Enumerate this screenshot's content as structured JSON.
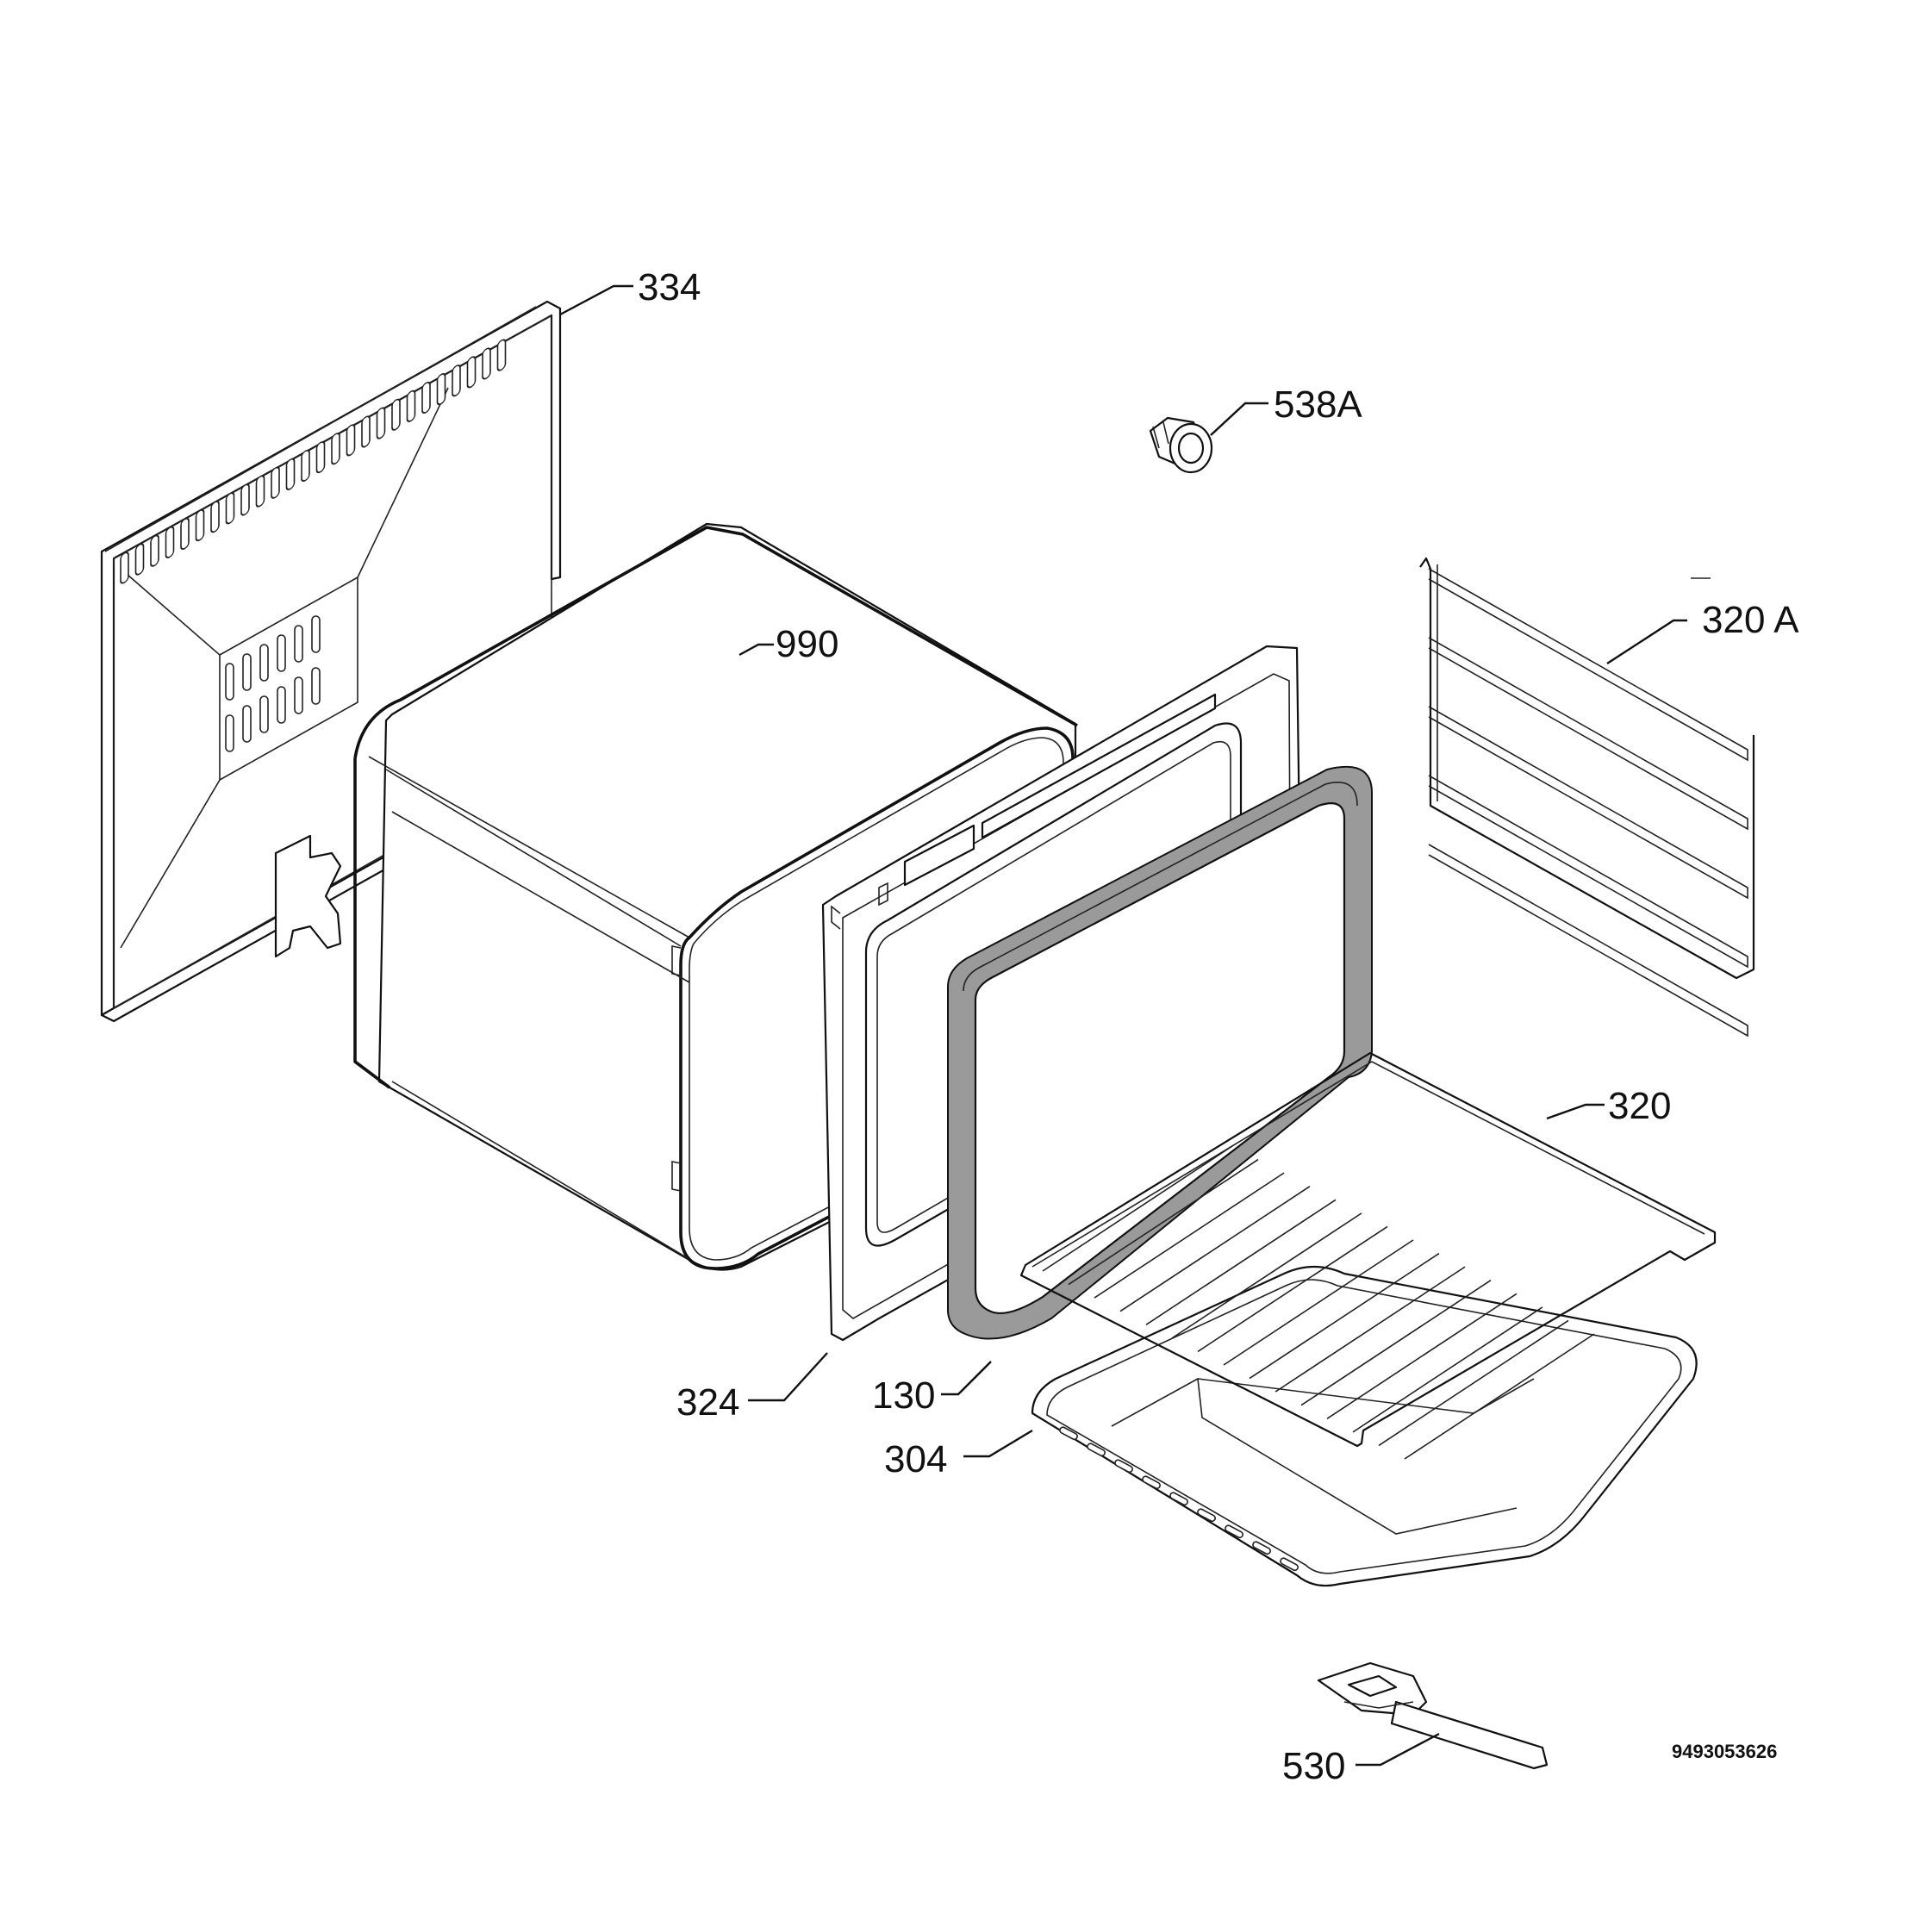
{
  "callouts": {
    "back_panel": "334",
    "lamp_holder": "538A",
    "fan_cover": "990",
    "side_rail": "320 A",
    "wire_shelf": "320",
    "front_frame": "324",
    "door_seal": "130",
    "baking_tray": "304",
    "door_hinge": "530"
  },
  "document_number": "9493053626",
  "colors": {
    "line": "#111111",
    "seal_fill": "#9a9a9a",
    "background": "#ffffff"
  }
}
